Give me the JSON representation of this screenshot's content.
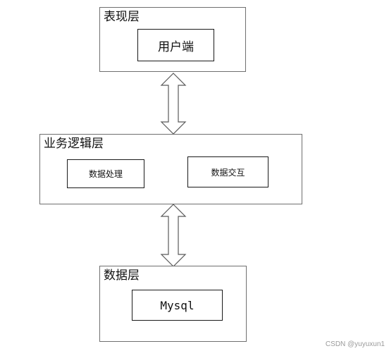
{
  "diagram": {
    "presentation_layer": {
      "title": "表现层",
      "components": [
        "用户端"
      ]
    },
    "business_layer": {
      "title": "业务逻辑层",
      "components": [
        "数据处理",
        "数据交互"
      ]
    },
    "data_layer": {
      "title": "数据层",
      "components": [
        "Mysql"
      ]
    },
    "connectors": [
      {
        "from": "表现层",
        "to": "业务逻辑层",
        "type": "bidirectional-arrow"
      },
      {
        "from": "业务逻辑层",
        "to": "数据层",
        "type": "bidirectional-arrow"
      }
    ]
  },
  "watermark": "CSDN @yuyuxun1"
}
